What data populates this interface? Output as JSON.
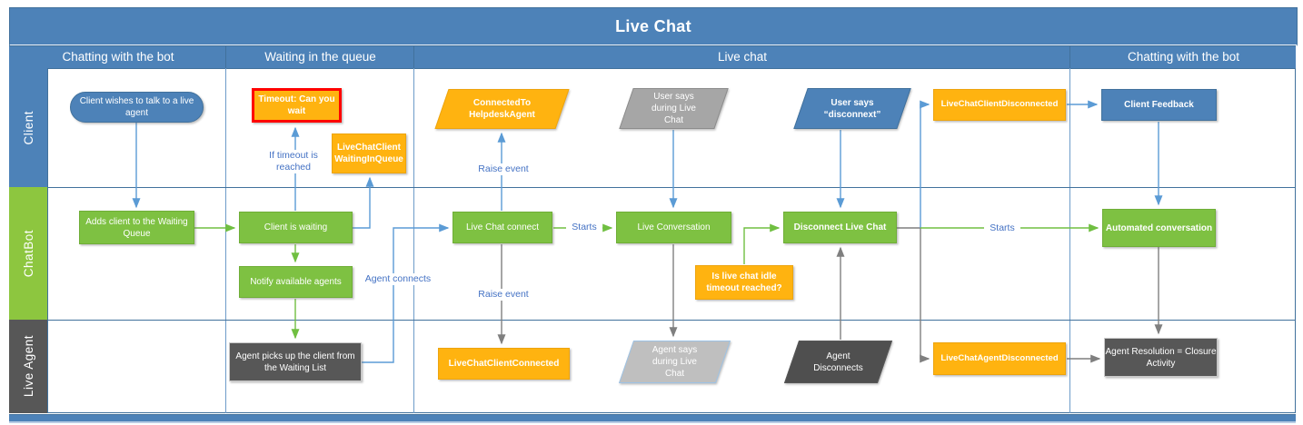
{
  "title": "Live Chat",
  "phases": [
    {
      "label": "Chatting with the bot"
    },
    {
      "label": "Waiting in the queue"
    },
    {
      "label": "Live chat"
    },
    {
      "label": "Chatting with the bot"
    }
  ],
  "lanes": [
    {
      "label": "Client"
    },
    {
      "label": "ChatBot"
    },
    {
      "label": "Live Agent"
    }
  ],
  "nodes": {
    "client_wish": {
      "label": "Client wishes to talk to a live agent",
      "shape": "stadium",
      "lane": "Client"
    },
    "timeout_can_you_wait": {
      "label": "Timeout: Can you wait",
      "shape": "rect-alert",
      "lane": "Client"
    },
    "livechat_waiting": {
      "label": "LiveChatClient WaitingInQueue",
      "shape": "rect",
      "lane": "Client"
    },
    "connected_helpdesk": {
      "label": "ConnectedTo HelpdeskAgent",
      "shape": "parallelogram",
      "lane": "Client"
    },
    "user_says_live": {
      "label": "User says during Live Chat",
      "shape": "parallelogram",
      "lane": "Client"
    },
    "user_says_disconnect": {
      "label": "User says “disconnext”",
      "shape": "parallelogram",
      "lane": "Client"
    },
    "lc_client_disconnected": {
      "label": "LiveChatClientDisconnected",
      "shape": "rect",
      "lane": "Client"
    },
    "client_feedback": {
      "label": "Client Feedback",
      "shape": "rect",
      "lane": "Client"
    },
    "adds_client": {
      "label": "Adds client to the Waiting Queue",
      "shape": "rect",
      "lane": "ChatBot"
    },
    "client_is_waiting": {
      "label": "Client is waiting",
      "shape": "rect",
      "lane": "ChatBot"
    },
    "notify_agents": {
      "label": "Notify available agents",
      "shape": "rect",
      "lane": "ChatBot"
    },
    "livechat_connect": {
      "label": "Live Chat connect",
      "shape": "rect",
      "lane": "ChatBot"
    },
    "live_conversation": {
      "label": "Live Conversation",
      "shape": "rect",
      "lane": "ChatBot"
    },
    "idle_timeout": {
      "label": "Is live chat idle timeout reached?",
      "shape": "rect",
      "lane": "ChatBot"
    },
    "disconnect_livechat": {
      "label": "Disconnect Live Chat",
      "shape": "rect",
      "lane": "ChatBot"
    },
    "automated_conv": {
      "label": "Automated conversation",
      "shape": "rect",
      "lane": "ChatBot"
    },
    "agent_picks": {
      "label": "Agent picks up the client from the Waiting List",
      "shape": "rect",
      "lane": "Live Agent"
    },
    "lc_client_connected": {
      "label": "LiveChatClientConnected",
      "shape": "rect",
      "lane": "Live Agent"
    },
    "agent_says": {
      "label": "Agent says during Live Chat",
      "shape": "parallelogram",
      "lane": "Live Agent"
    },
    "agent_disconnects": {
      "label": "Agent Disconnects",
      "shape": "parallelogram",
      "lane": "Live Agent"
    },
    "lc_agent_disconnected": {
      "label": "LiveChatAgentDisconnected",
      "shape": "rect",
      "lane": "Live Agent"
    },
    "agent_resolution": {
      "label": "Agent Resolution = Closure Activity",
      "shape": "rect",
      "lane": "Live Agent"
    }
  },
  "edge_labels": {
    "if_timeout": "If timeout is reached",
    "raise_event_1": "Raise event",
    "raise_event_2": "Raise event",
    "agent_connects": "Agent connects",
    "starts_1": "Starts",
    "starts_2": "Starts"
  },
  "colors": {
    "header_blue": "#4d82b8",
    "header_border": "#41719c",
    "lane_client": "#4d82b8",
    "lane_chatbot": "#8dc63f",
    "lane_agent": "#575757",
    "shape_blue": "#4d82b8",
    "shape_green": "#7ec142",
    "shape_green_border": "#6fae37",
    "shape_orange": "#ffb310",
    "shape_orange_border": "#eda40e",
    "shape_dark": "#575757",
    "shape_dark_border": "#c9c9c9",
    "shape_darkpara": "#4f4f4f",
    "shape_gray": "#a6a6a6",
    "shape_gray_border": "#8c8c8c",
    "shape_lightgray": "#bfbfbf",
    "shape_lightgray_border": "#9dc3e6",
    "alert_red": "#ff0000",
    "arrow_blue": "#5b9bd5",
    "arrow_green": "#70bf41",
    "arrow_gray": "#7f7f7f",
    "edge_label_blue": "#4472c4",
    "grid_blue": "#6d9bc9"
  }
}
